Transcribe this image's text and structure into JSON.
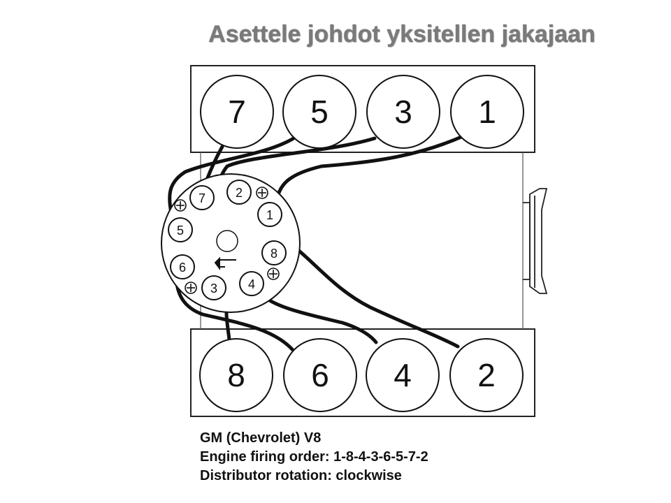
{
  "title": "Asettele johdot yksitellen jakajaan",
  "cylinders": {
    "top_bank": [
      "7",
      "5",
      "3",
      "1"
    ],
    "bottom_bank": [
      "8",
      "6",
      "4",
      "2"
    ]
  },
  "distributor_terminals": [
    "7",
    "2",
    "1",
    "5",
    "8",
    "6",
    "3",
    "4"
  ],
  "caption": {
    "line1": "GM (Chevrolet) V8",
    "line2": "Engine firing order: 1-8-4-3-6-5-7-2",
    "line3": "Distributor rotation: clockwise"
  },
  "colors": {
    "ink": "#111111",
    "title_gray": "#7a7a7a"
  }
}
